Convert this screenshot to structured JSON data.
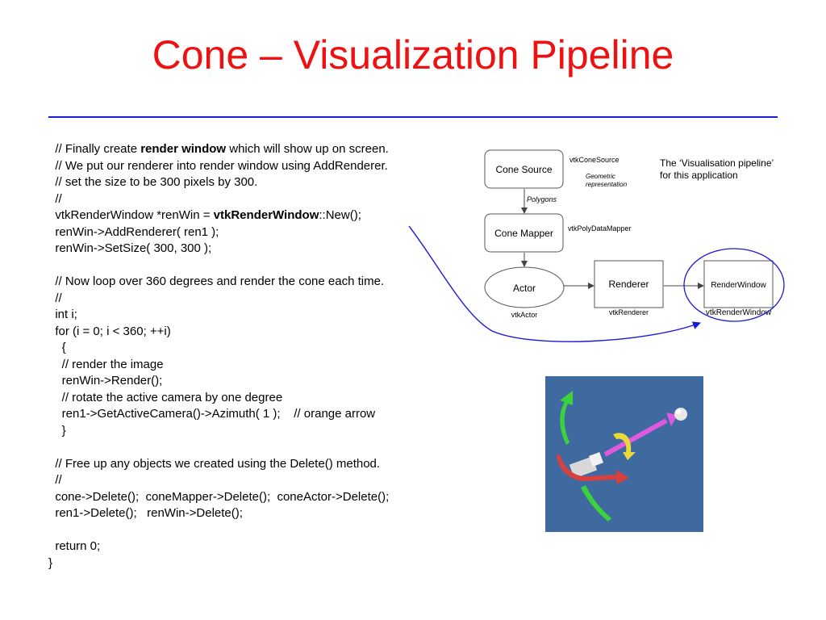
{
  "title": "Cone – Visualization Pipeline",
  "code_lines": [
    [
      "  // Finally create ",
      {
        "b": "render window"
      },
      " which will show up on screen."
    ],
    [
      "  // We put our renderer into render window using AddRenderer."
    ],
    [
      "  // set the size to be 300 pixels by 300."
    ],
    [
      "  //"
    ],
    [
      "  vtkRenderWindow *renWin = ",
      {
        "b": "vtkRenderWindow"
      },
      "::New();"
    ],
    [
      "  renWin->AddRenderer( ren1 );"
    ],
    [
      "  renWin->SetSize( 300, 300 );"
    ],
    [
      ""
    ],
    [
      "  // Now loop over 360 degrees and render the cone each time."
    ],
    [
      "  //"
    ],
    [
      "  int i;"
    ],
    [
      "  for (i = 0; i < 360; ++i)"
    ],
    [
      "    {"
    ],
    [
      "    // render the image"
    ],
    [
      "    renWin->Render();"
    ],
    [
      "    // rotate the active camera by one degree"
    ],
    [
      "    ren1->GetActiveCamera()->Azimuth( 1 );    // orange arrow"
    ],
    [
      "    }"
    ],
    [
      ""
    ],
    [
      "  // Free up any objects we created using the Delete() method."
    ],
    [
      "  //"
    ],
    [
      "  cone->Delete();  coneMapper->Delete();  coneActor->Delete();"
    ],
    [
      "  ren1->Delete();   renWin->Delete();"
    ],
    [
      ""
    ],
    [
      "  return 0;"
    ],
    [
      "}"
    ]
  ],
  "diagram": {
    "cone_source": "Cone Source",
    "cone_source_class": "vtkConeSource",
    "geometric_line1": "Geometric",
    "geometric_line2": "representation",
    "polygons": "Polygons",
    "cone_mapper": "Cone Mapper",
    "cone_mapper_class": "vtkPolyDataMapper",
    "actor": "Actor",
    "actor_class": "vtkActor",
    "renderer": "Renderer",
    "renderer_class": "vtkRenderer",
    "render_window": "RenderWindow",
    "render_window_class": "vtkRenderWindow",
    "caption_line1": "The ‘Visualisation pipeline’",
    "caption_line2": "for this application"
  },
  "colors": {
    "title": "#ee1111",
    "rule": "#1a1ad8",
    "callout": "#1a1ad8",
    "render_background": "#3f6a9f"
  },
  "render_image": {
    "description_icons": [
      "green-arc-arrow-icon",
      "yellow-arc-arrow-icon",
      "red-arc-arrow-icon",
      "magenta-arrow-icon",
      "sphere-icon",
      "camera-icon"
    ]
  }
}
